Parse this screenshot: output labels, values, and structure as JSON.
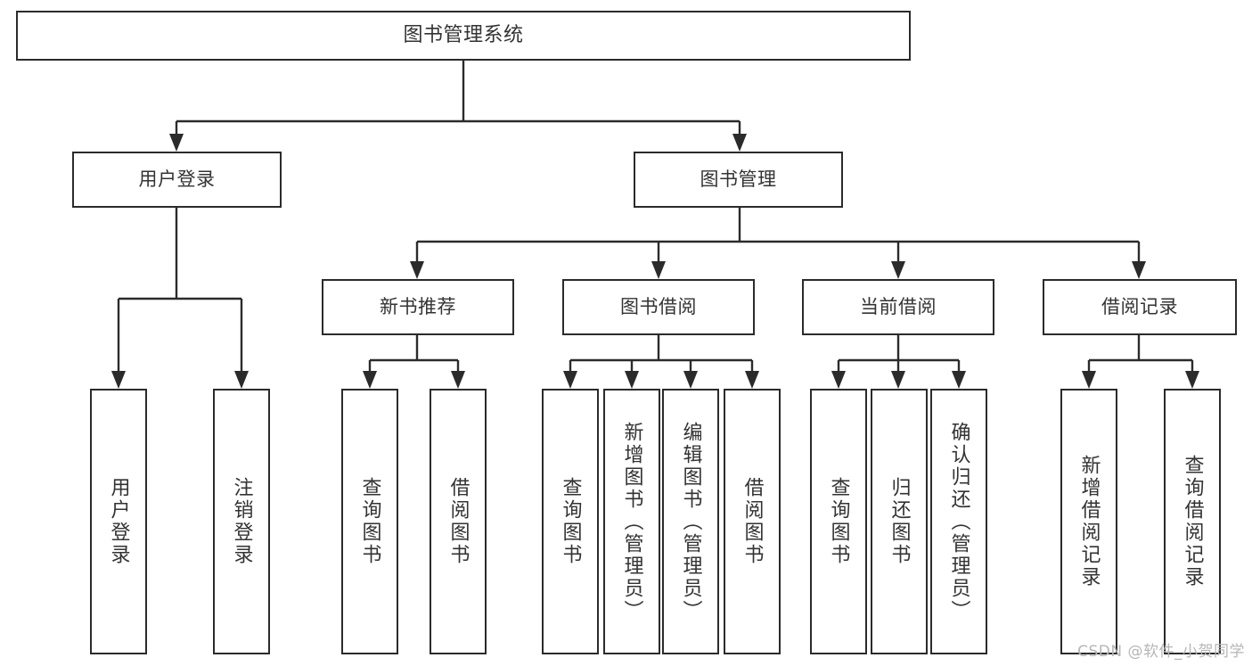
{
  "diagram": {
    "title": "图书管理系统",
    "type": "tree-hierarchy-diagram",
    "watermark": "CSDN @软件_小贺同学",
    "colors": {
      "stroke": "#2b2b2b",
      "text": "#333333",
      "background": "#ffffff",
      "watermark": "#b6b6b6"
    },
    "root": {
      "label": "图书管理系统"
    },
    "level2": [
      {
        "label": "用户登录"
      },
      {
        "label": "图书管理"
      }
    ],
    "level3": [
      {
        "label": "新书推荐"
      },
      {
        "label": "图书借阅"
      },
      {
        "label": "当前借阅"
      },
      {
        "label": "借阅记录"
      }
    ],
    "leaves": {
      "user_login": [
        {
          "label": "用户登录"
        },
        {
          "label": "注销登录"
        }
      ],
      "new_book_recommend": [
        {
          "label": "查询图书"
        },
        {
          "label": "借阅图书"
        }
      ],
      "book_borrow": [
        {
          "label": "查询图书"
        },
        {
          "label": "新增图书（管理员）"
        },
        {
          "label": "编辑图书（管理员）"
        },
        {
          "label": "借阅图书"
        }
      ],
      "current_borrow": [
        {
          "label": "查询图书"
        },
        {
          "label": "归还图书"
        },
        {
          "label": "确认归还（管理员）"
        }
      ],
      "borrow_record": [
        {
          "label": "新增借阅记录"
        },
        {
          "label": "查询借阅记录"
        }
      ]
    }
  }
}
